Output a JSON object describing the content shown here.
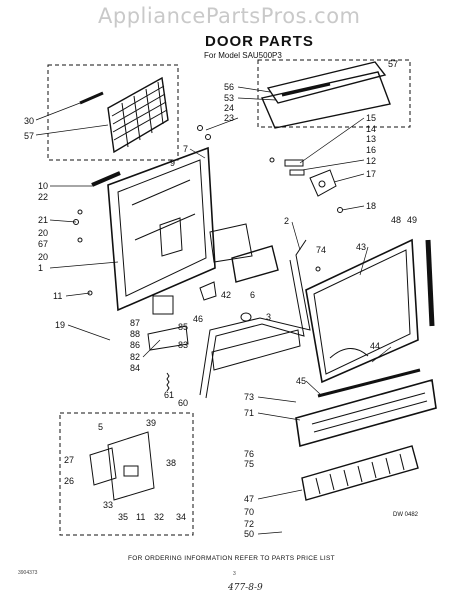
{
  "header": {
    "watermark": "AppliancePartsPros.com",
    "title": "DOOR PARTS",
    "subtitle": "For Model SAU500P3"
  },
  "footer": {
    "ordering_note": "FOR ORDERING INFORMATION REFER TO PARTS PRICE LIST",
    "corner_code": "3904373",
    "page_number": "3",
    "handwritten_note": "477-8-9",
    "drawing_number": "DW 0482"
  },
  "callouts": [
    {
      "id": "c56",
      "label": "56"
    },
    {
      "id": "c57top",
      "label": "57"
    },
    {
      "id": "c53",
      "label": "53"
    },
    {
      "id": "c24",
      "label": "24"
    },
    {
      "id": "c23",
      "label": "23"
    },
    {
      "id": "c30",
      "label": "30"
    },
    {
      "id": "c57",
      "label": "57"
    },
    {
      "id": "c7",
      "label": "7"
    },
    {
      "id": "c9",
      "label": "9"
    },
    {
      "id": "c15",
      "label": "15"
    },
    {
      "id": "c14",
      "label": "14"
    },
    {
      "id": "c13",
      "label": "13"
    },
    {
      "id": "c16",
      "label": "16"
    },
    {
      "id": "c12",
      "label": "12"
    },
    {
      "id": "c17",
      "label": "17"
    },
    {
      "id": "c18",
      "label": "18"
    },
    {
      "id": "c10",
      "label": "10"
    },
    {
      "id": "c22",
      "label": "22"
    },
    {
      "id": "c21",
      "label": "21"
    },
    {
      "id": "c20a",
      "label": "20"
    },
    {
      "id": "c67",
      "label": "67"
    },
    {
      "id": "c20b",
      "label": "20"
    },
    {
      "id": "c1",
      "label": "1"
    },
    {
      "id": "c11a",
      "label": "11"
    },
    {
      "id": "c2",
      "label": "2"
    },
    {
      "id": "c74",
      "label": "74"
    },
    {
      "id": "c43",
      "label": "43"
    },
    {
      "id": "c48",
      "label": "48"
    },
    {
      "id": "c49",
      "label": "49"
    },
    {
      "id": "c19",
      "label": "19"
    },
    {
      "id": "c87",
      "label": "87"
    },
    {
      "id": "c88",
      "label": "88"
    },
    {
      "id": "c86",
      "label": "86"
    },
    {
      "id": "c82",
      "label": "82"
    },
    {
      "id": "c84",
      "label": "84"
    },
    {
      "id": "c85",
      "label": "85"
    },
    {
      "id": "c83",
      "label": "83"
    },
    {
      "id": "c46",
      "label": "46"
    },
    {
      "id": "c42",
      "label": "42"
    },
    {
      "id": "c6",
      "label": "6"
    },
    {
      "id": "c3",
      "label": "3"
    },
    {
      "id": "c44",
      "label": "44"
    },
    {
      "id": "c45",
      "label": "45"
    },
    {
      "id": "c60",
      "label": "60"
    },
    {
      "id": "c61",
      "label": "61"
    },
    {
      "id": "c5",
      "label": "5"
    },
    {
      "id": "c27",
      "label": "27"
    },
    {
      "id": "c26",
      "label": "26"
    },
    {
      "id": "c39",
      "label": "39"
    },
    {
      "id": "c38",
      "label": "38"
    },
    {
      "id": "c33",
      "label": "33"
    },
    {
      "id": "c35",
      "label": "35"
    },
    {
      "id": "c11b",
      "label": "11"
    },
    {
      "id": "c32",
      "label": "32"
    },
    {
      "id": "c34",
      "label": "34"
    },
    {
      "id": "c73",
      "label": "73"
    },
    {
      "id": "c71",
      "label": "71"
    },
    {
      "id": "c76",
      "label": "76"
    },
    {
      "id": "c75",
      "label": "75"
    },
    {
      "id": "c47",
      "label": "47"
    },
    {
      "id": "c70",
      "label": "70"
    },
    {
      "id": "c72",
      "label": "72"
    },
    {
      "id": "c50",
      "label": "50"
    }
  ]
}
